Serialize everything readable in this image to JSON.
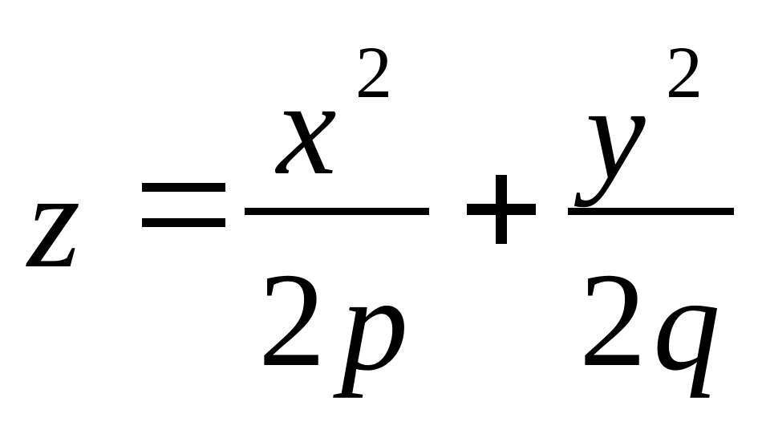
{
  "formula": {
    "lhs": "z",
    "equals": "=",
    "plus": "+",
    "term1": {
      "numerator_base": "x",
      "numerator_exponent": "2",
      "denominator_coefficient": "2",
      "denominator_variable": "p"
    },
    "term2": {
      "numerator_base": "y",
      "numerator_exponent": "2",
      "denominator_coefficient": "2",
      "denominator_variable": "q"
    }
  },
  "colors": {
    "text": "#000000",
    "background": "#ffffff"
  }
}
